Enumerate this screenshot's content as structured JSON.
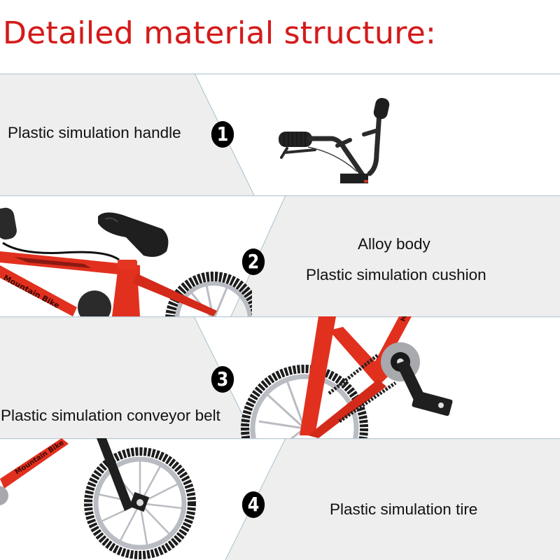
{
  "header": {
    "title": "Detailed material structure:",
    "title_color": "#d41a1a"
  },
  "colors": {
    "panel_fill": "#eeeeee",
    "divider_line": "#b8ccd6",
    "bike_frame_red": "#e2301e",
    "rubber_black": "#1c1c1c",
    "spoke_gray": "#b9bcc2"
  },
  "sections": [
    {
      "number": "1",
      "badge_icon": "number-1-badge",
      "labels": [
        "Plastic simulation handle"
      ],
      "image": "handlebar-image"
    },
    {
      "number": "2",
      "badge_icon": "number-2-badge",
      "labels": [
        "Alloy body",
        "Plastic simulation cushion"
      ],
      "image": "seat-frame-image",
      "frame_text": "Mountain Bike"
    },
    {
      "number": "3",
      "badge_icon": "number-3-badge",
      "labels": [
        "Plastic simulation conveyor belt"
      ],
      "image": "chain-pedal-image",
      "frame_text": "Mountain Bike"
    },
    {
      "number": "4",
      "badge_icon": "number-4-badge",
      "labels": [
        "Plastic simulation tire"
      ],
      "image": "front-wheel-image",
      "frame_text": "Mountain Bike"
    }
  ]
}
